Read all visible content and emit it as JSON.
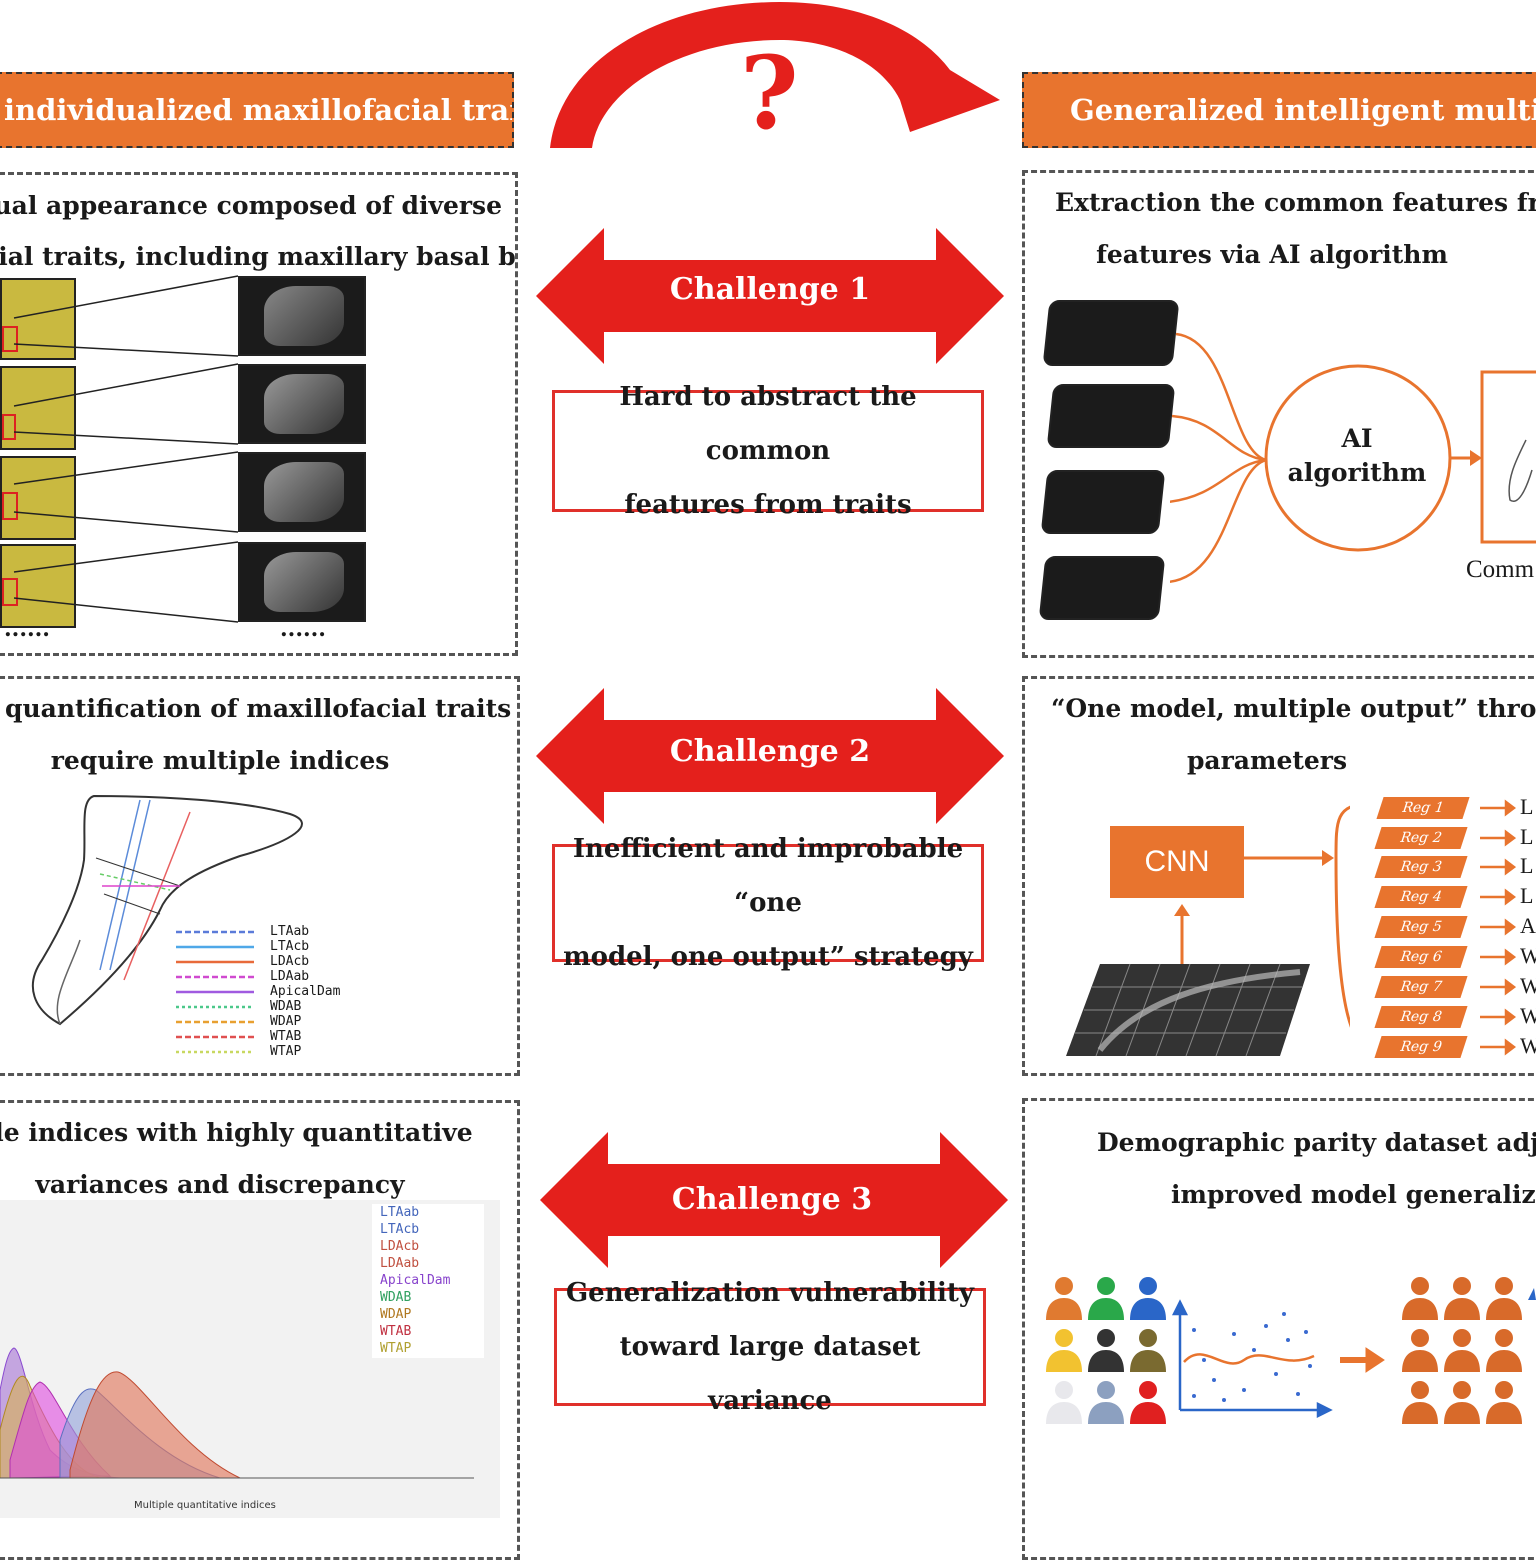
{
  "header_left": " individualized  maxillofacial  traits",
  "header_right": "Generalized  intelligent  multi-quant",
  "question_mark": "?",
  "challenges": [
    {
      "label": "Challenge 1",
      "line1": "Hard to abstract the common",
      "line2": "features from traits"
    },
    {
      "label": "Challenge 2",
      "line1": "Inefficient and improbable “one",
      "line2": "model, one output” strategy"
    },
    {
      "label": "Challenge 3",
      "line1": "Generalization vulnerability",
      "line2": "toward large dataset variance"
    }
  ],
  "left_panels": [
    {
      "line1": "dual appearance composed of diverse",
      "line2": "cial traits, including maxillary basal bone",
      "ellipsis_left": "......",
      "ellipsis_right": "......"
    },
    {
      "line1": "d quantification of maxillofacial traits",
      "line2": "require multiple indices",
      "legend": [
        "LTAab",
        "LTAcb",
        "LDAcb",
        "LDAab",
        "ApicalDam",
        "WDAB",
        "WDAP",
        "WTAB",
        "WTAP"
      ]
    },
    {
      "line1": "iple indices with  highly quantitative",
      "line2": "variances and discrepancy",
      "legend": [
        "LTAab",
        "LTAcb",
        "LDAcb",
        "LDAab",
        "ApicalDam",
        "WDAB",
        "WDAP",
        "WTAB",
        "WTAP"
      ],
      "xlabel": "Multiple quantitative indices"
    }
  ],
  "right_panels": [
    {
      "line1": "Extraction the common features from m",
      "line2": "features via AI algorithm",
      "ai_line1": "AI",
      "ai_line2": "algorithm",
      "common_label": "Comm"
    },
    {
      "line1": "“One model, multiple output” through f",
      "line2": "parameters",
      "cnn": "CNN",
      "regs": [
        "Reg 1",
        "Reg 2",
        "Reg 3",
        "Reg 4",
        "Reg 5",
        "Reg 6",
        "Reg 7",
        "Reg 8",
        "Reg 9"
      ],
      "outs": [
        "L",
        "L",
        "L",
        "L",
        "A",
        "W",
        "W",
        "W",
        "W"
      ]
    },
    {
      "line1": "Demographic parity dataset adjustm",
      "line2": "improved model generalizatio"
    }
  ],
  "colors": {
    "orange": "#e8742e",
    "red": "#e4201c",
    "box_red": "#e0302a"
  }
}
